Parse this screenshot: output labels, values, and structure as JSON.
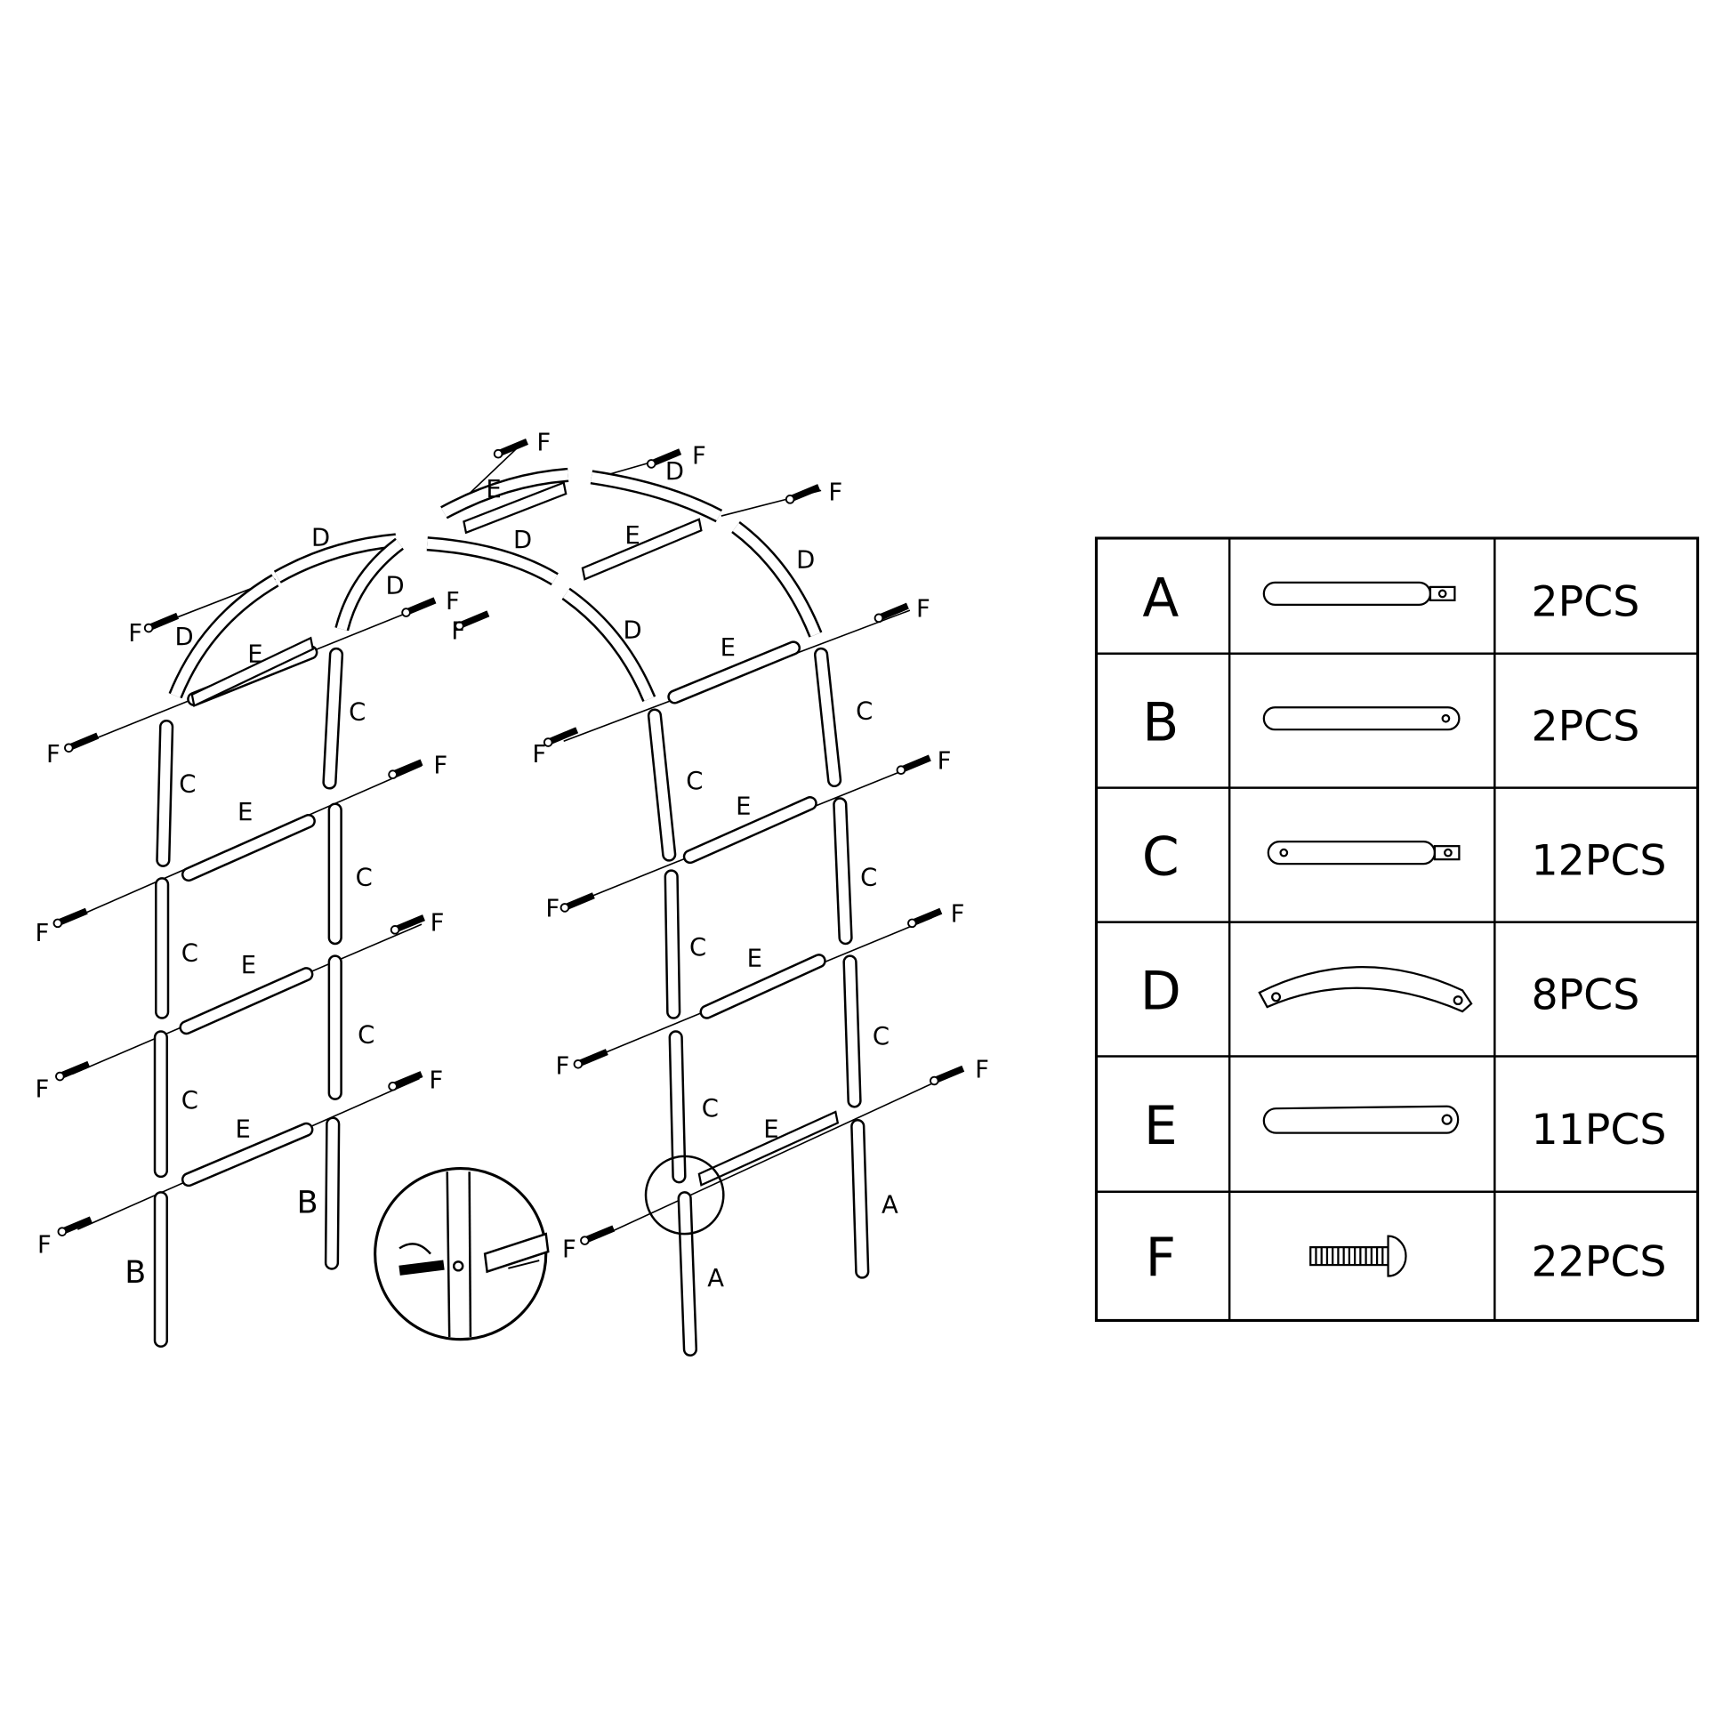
{
  "diagram": {
    "labels_F": [
      "F",
      "F",
      "F",
      "F",
      "F",
      "F",
      "F",
      "F",
      "F",
      "F",
      "F",
      "F",
      "F",
      "F",
      "F",
      "F",
      "F",
      "F",
      "F",
      "F",
      "F"
    ],
    "labels_D": [
      "D",
      "D",
      "D",
      "D",
      "D",
      "D",
      "D"
    ],
    "labels_E": [
      "E",
      "E",
      "E",
      "E",
      "E",
      "E",
      "E",
      "E",
      "E",
      "E"
    ],
    "labels_C": [
      "C",
      "C",
      "C",
      "C",
      "C",
      "C",
      "C",
      "C",
      "C",
      "C",
      "C",
      "C"
    ],
    "labels_B": [
      "B",
      "B"
    ],
    "labels_A": [
      "A",
      "A"
    ]
  },
  "parts_table": {
    "rows": [
      {
        "part": "A",
        "icon": "pole-with-tab",
        "qty": "2PCS"
      },
      {
        "part": "B",
        "icon": "pole-with-hole",
        "qty": "2PCS"
      },
      {
        "part": "C",
        "icon": "pole-hole-and-tab",
        "qty": "12PCS"
      },
      {
        "part": "D",
        "icon": "curved-pole",
        "qty": "8PCS"
      },
      {
        "part": "E",
        "icon": "crossbar",
        "qty": "11PCS"
      },
      {
        "part": "F",
        "icon": "screw",
        "qty": "22PCS"
      }
    ]
  }
}
